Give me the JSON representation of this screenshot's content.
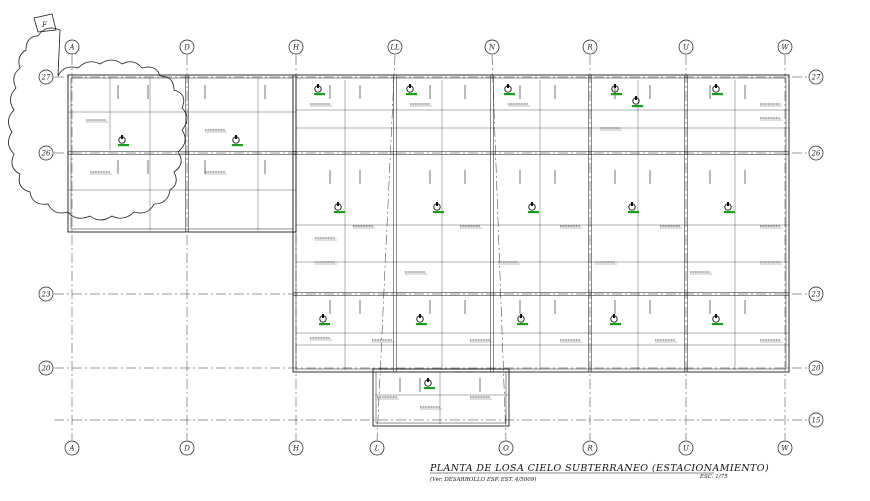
{
  "north_label": "F",
  "axes_top": [
    "A",
    "D",
    "H",
    "LL",
    "N",
    "R",
    "U",
    "W"
  ],
  "axes_bottom": [
    "A",
    "D",
    "H",
    "L",
    "O",
    "R",
    "U",
    "W"
  ],
  "axes_left": [
    "27",
    "26",
    "23",
    "20"
  ],
  "axes_right": [
    "27",
    "26",
    "23",
    "20",
    "15"
  ],
  "title": "PLANTA DE LOSA CIELO SUBTERRANEO (ESTACIONAMIENTO)",
  "subtitle": "(Ver. DESARROLLO ESP. EST. 4/5009)",
  "scale_note": "ESC. 1/75",
  "colors": {
    "line": "#1a1a1a",
    "grid": "#333333",
    "accent": "#19a019"
  }
}
